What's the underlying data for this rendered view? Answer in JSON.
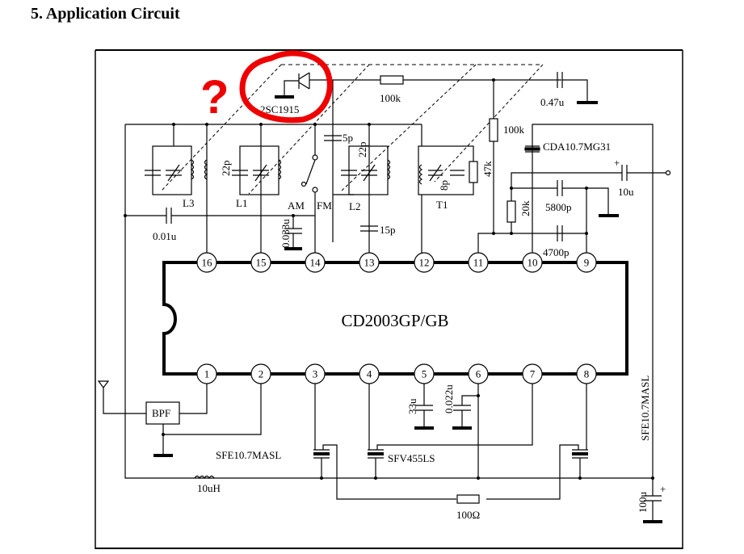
{
  "section_title": "5. Application Circuit",
  "annotation": {
    "question_mark": "?",
    "circle_color": "#e00000"
  },
  "chip": {
    "name": "CD2003GP/GB",
    "top_pins": [
      "16",
      "15",
      "14",
      "13",
      "12",
      "11",
      "10",
      "9"
    ],
    "bottom_pins": [
      "1",
      "2",
      "3",
      "4",
      "5",
      "6",
      "7",
      "8"
    ]
  },
  "components": {
    "transistor": "2SC1915",
    "r_100k_top": "100k",
    "c_047u": "0.47u",
    "r_100k_vert": "100k",
    "c_5p": "5p",
    "c_22p_a": "22p",
    "c_22p_b": "22p",
    "c_8p": "8p",
    "r_47k": "47k",
    "cda": "CDA10.7MG31",
    "c_10u": "10u",
    "r_20k": "20k",
    "c_5800p": "5800p",
    "c_4700p": "4700p",
    "l3": "L3",
    "l1": "L1",
    "l2": "L2",
    "t1": "T1",
    "sw_am": "AM",
    "sw_fm": "FM",
    "c_001u": "0.01u",
    "c_0033u": "0.033u",
    "c_15p": "15p",
    "bpf": "BPF",
    "sfe_a": "SFE10.7MASL",
    "sfe_b": "SFE10.7MASL",
    "sfv": "SFV455LS",
    "l_10uh": "10uH",
    "c_33u": "33u",
    "c_0022u": "0.022u",
    "r_100ohm": "100Ω",
    "c_100u": "100u",
    "plus": "+"
  }
}
